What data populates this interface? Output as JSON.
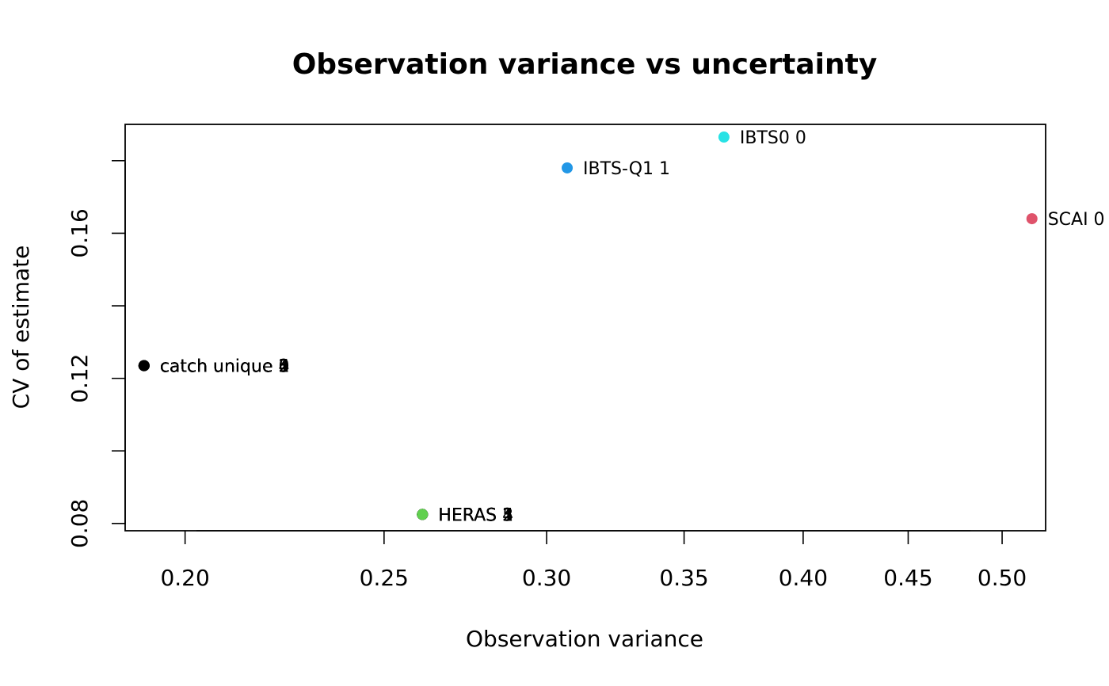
{
  "chart_data": {
    "type": "scatter",
    "title": "Observation variance vs uncertainty",
    "xlabel": "Observation variance",
    "ylabel": "CV of estimate",
    "x_scale": "log",
    "xlim": [
      0.187,
      0.525
    ],
    "ylim": [
      0.078,
      0.19
    ],
    "x_ticks": [
      {
        "value": 0.2,
        "label": "0.20"
      },
      {
        "value": 0.25,
        "label": "0.25"
      },
      {
        "value": 0.3,
        "label": "0.30"
      },
      {
        "value": 0.35,
        "label": "0.35"
      },
      {
        "value": 0.4,
        "label": "0.40"
      },
      {
        "value": 0.45,
        "label": "0.45"
      },
      {
        "value": 0.5,
        "label": "0.50"
      }
    ],
    "y_ticks": [
      {
        "value": 0.08,
        "label": "0.08"
      },
      {
        "value": 0.1,
        "label": ""
      },
      {
        "value": 0.12,
        "label": "0.12"
      },
      {
        "value": 0.14,
        "label": ""
      },
      {
        "value": 0.16,
        "label": "0.16"
      },
      {
        "value": 0.18,
        "label": ""
      }
    ],
    "grid": false,
    "points": [
      {
        "label": "catch unique 5",
        "x": 0.191,
        "y": 0.1235,
        "color": "#000000"
      },
      {
        "label": "catch unique 4",
        "x": 0.191,
        "y": 0.1235,
        "color": "#000000"
      },
      {
        "label": "catch unique 3",
        "x": 0.191,
        "y": 0.1235,
        "color": "#000000"
      },
      {
        "label": "catch unique 2",
        "x": 0.191,
        "y": 0.1235,
        "color": "#000000"
      },
      {
        "label": "catch unique 1",
        "x": 0.191,
        "y": 0.1235,
        "color": "#000000"
      },
      {
        "label": "catch unique 0",
        "x": 0.191,
        "y": 0.1235,
        "color": "#000000"
      },
      {
        "label": "SCAI 0",
        "x": 0.517,
        "y": 0.164,
        "color": "#DF536B"
      },
      {
        "label": "HERAS 5",
        "x": 0.261,
        "y": 0.0825,
        "color": "#000000"
      },
      {
        "label": "HERAS 4",
        "x": 0.261,
        "y": 0.0825,
        "color": "#000000"
      },
      {
        "label": "HERAS 3",
        "x": 0.261,
        "y": 0.0825,
        "color": "#000000"
      },
      {
        "label": "HERAS 2",
        "x": 0.261,
        "y": 0.0825,
        "color": "#000000"
      },
      {
        "label": "HERAS 1",
        "x": 0.261,
        "y": 0.0825,
        "color": "#61D04F"
      },
      {
        "label": "IBTS-Q1 1",
        "x": 0.307,
        "y": 0.178,
        "color": "#2297E6"
      },
      {
        "label": "IBTS0 0",
        "x": 0.366,
        "y": 0.1865,
        "color": "#28E2E5"
      }
    ]
  }
}
